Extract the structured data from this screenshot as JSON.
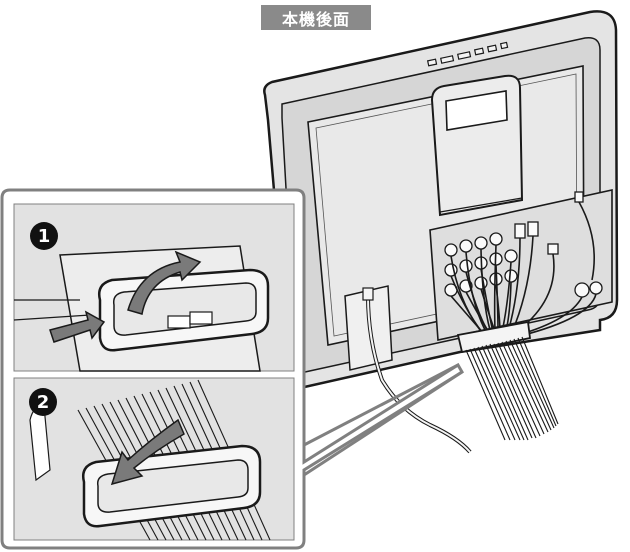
{
  "title": "本機後面",
  "steps": [
    {
      "number": "1"
    },
    {
      "number": "2"
    }
  ],
  "colors": {
    "title_bg": "#8a8a8a",
    "panel_bg": "#e2e2e2",
    "inset_frame": "#808080",
    "ink": "#1a1a1a"
  },
  "icons": [
    "curved-arrow-icon",
    "push-arrow-icon"
  ]
}
